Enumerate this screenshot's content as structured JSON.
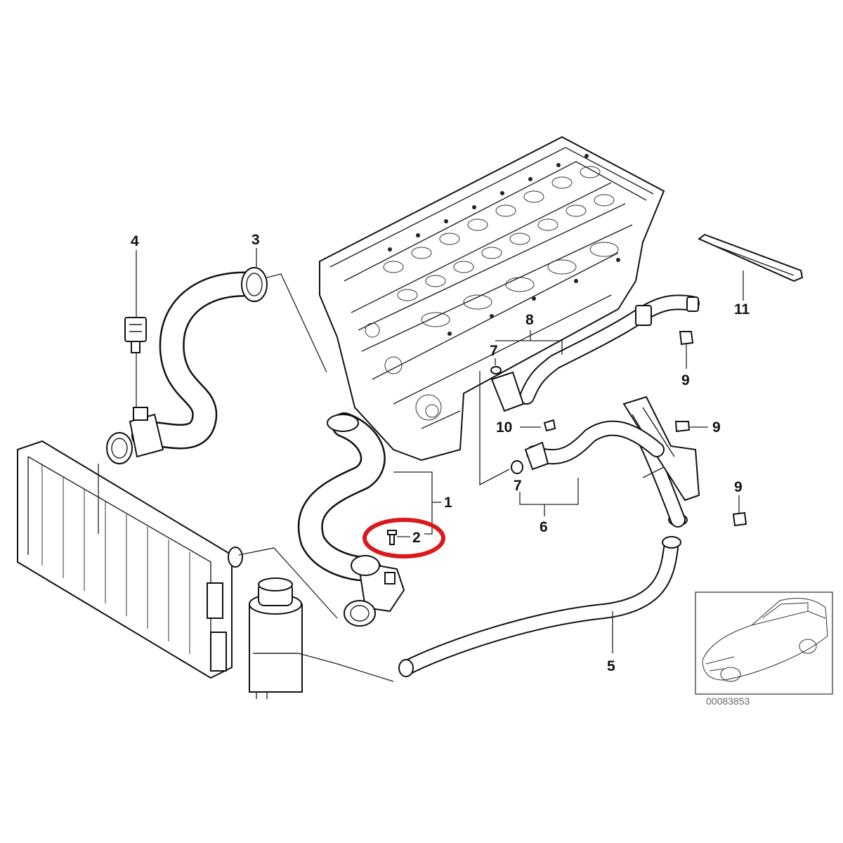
{
  "callouts": {
    "c1": "1",
    "c2": "2",
    "c3": "3",
    "c4": "4",
    "c5": "5",
    "c6": "6",
    "c7a": "7",
    "c7b": "7",
    "c8": "8",
    "c9a": "9",
    "c9b": "9",
    "c9c": "9",
    "c10": "10",
    "c11": "11"
  },
  "reference_number": "00083853",
  "colors": {
    "highlight": "#d9191c",
    "line": "#111111"
  }
}
